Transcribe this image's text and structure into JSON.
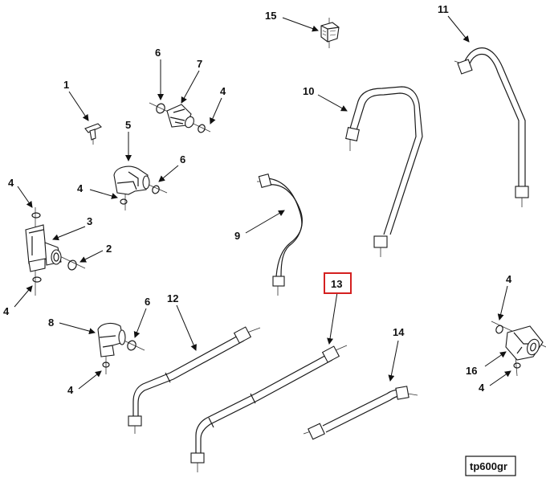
{
  "callouts": {
    "c1": "1",
    "c2": "2",
    "c3": "3",
    "c4a": "4",
    "c4b": "4",
    "c4c": "4",
    "c4d": "4",
    "c4e": "4",
    "c4f": "4",
    "c4g": "4",
    "c5": "5",
    "c6a": "6",
    "c6b": "6",
    "c6c": "6",
    "c7": "7",
    "c8": "8",
    "c9": "9",
    "c10": "10",
    "c11": "11",
    "c12": "12",
    "c13": "13",
    "c14": "14",
    "c15": "15",
    "c16": "16"
  },
  "highlighted_callout": "13",
  "highlight_color": "#d42020",
  "figure_ref": "tp600gr"
}
